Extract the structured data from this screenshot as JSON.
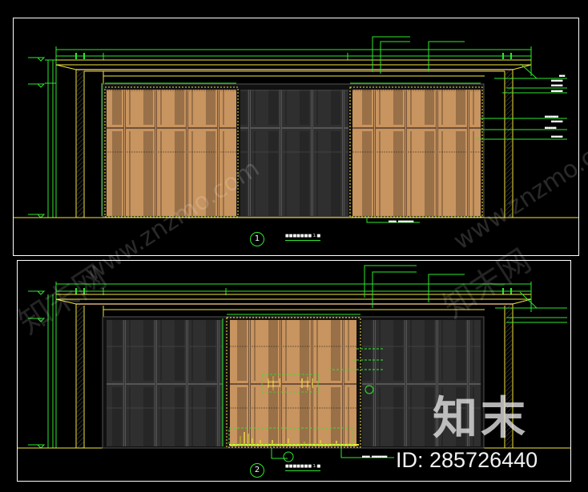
{
  "drawing": {
    "background": "#000000",
    "colors": {
      "frame": "#ffffff",
      "dimension_lines": "#2ee82e",
      "outline_yellow": "#f5e63c",
      "wood_panel": "#c8945f",
      "dark_panel": "#353535",
      "hatch": "#888888"
    },
    "views": [
      {
        "number": "1",
        "title": "■■■■■■■",
        "scale": "1:■",
        "highlighted_panels": "left and right groups (wood)",
        "leader_note": "■■■■ ■■■■■■■■"
      },
      {
        "number": "2",
        "title": "■■■■■■■",
        "scale": "1:■",
        "highlighted_panels": "center group (wood)",
        "leader_note": "■■■■ ■■■■■■■■"
      }
    ],
    "right_side_notes": [
      "■■■",
      "■■■■■■",
      "■■■■■■",
      "■■■■■■",
      "■■■■■■■",
      "■■■■■■",
      "■■■■■■",
      "■■■■■■"
    ]
  },
  "watermarks": {
    "brand_cn": "知末",
    "id_text": "ID: 285726440",
    "url_text": "www.znzmo.com",
    "brand_cn_faint": "知末网"
  }
}
